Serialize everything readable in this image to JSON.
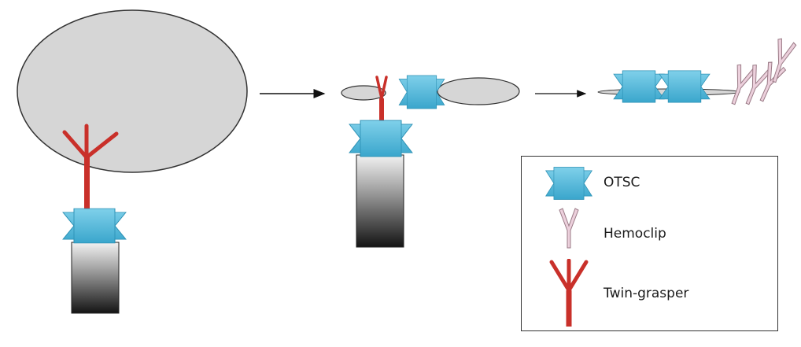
{
  "legend": {
    "items": [
      {
        "label": "OTSC",
        "icon": "otsc-icon"
      },
      {
        "label": "Hemoclip",
        "icon": "hemoclip-icon"
      },
      {
        "label": "Twin-grasper",
        "icon": "twin-grasper-icon"
      }
    ]
  },
  "colors": {
    "otsc": "#4ab8dc",
    "grasper": "#c9302a",
    "hemoclip": "#e8c4d2",
    "defect": "#d6d6d6",
    "outline": "#333333"
  }
}
